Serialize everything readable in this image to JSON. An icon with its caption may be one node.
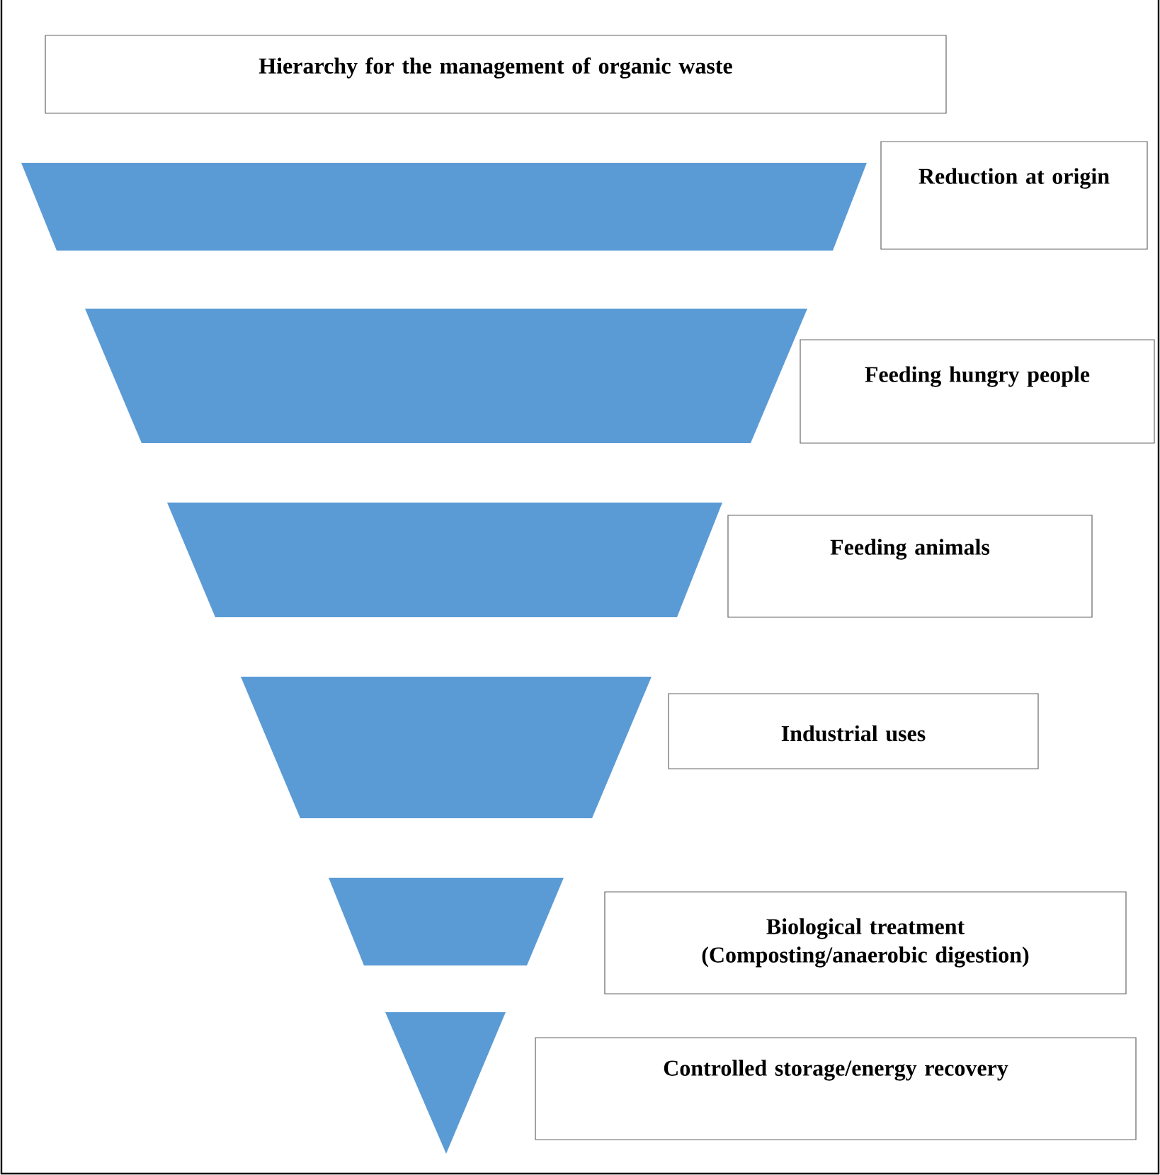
{
  "diagram": {
    "nodes": [
      {
        "text": [
          "Hierarchy for the management of organic waste"
        ]
      },
      {
        "text": [],
        "shape": "trapezoid"
      },
      {
        "text": [
          "Reduction at origin"
        ]
      },
      {
        "text": [],
        "shape": "trapezoid"
      },
      {
        "text": [
          "Feeding hungry people"
        ]
      },
      {
        "text": [],
        "shape": "trapezoid"
      },
      {
        "text": [
          "Feeding animals"
        ]
      },
      {
        "text": [],
        "shape": "trapezoid"
      },
      {
        "text": [
          "Industrial uses"
        ]
      },
      {
        "text": [],
        "shape": "trapezoid"
      },
      {
        "text": [
          "Biological treatment (Composting/anaerobic digestion)"
        ]
      },
      {
        "text": [],
        "shape": "triangle"
      },
      {
        "text": [
          "Controlled storage/energy recovery"
        ]
      }
    ]
  }
}
